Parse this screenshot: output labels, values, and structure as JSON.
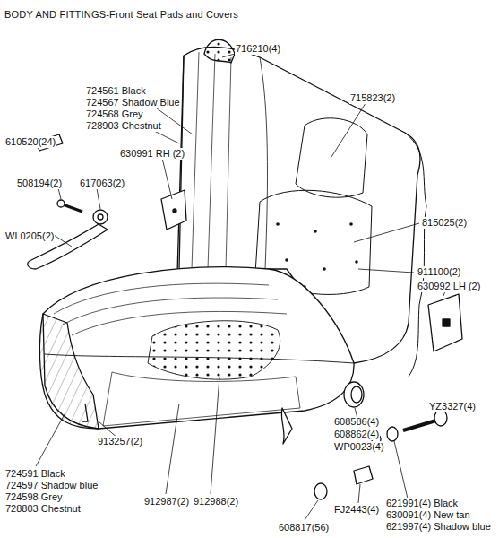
{
  "diagram": {
    "title": "BODY AND FITTINGS-Front Seat Pads and Covers",
    "labels": [
      "716210(4)",
      "724561 Black",
      "724567 Shadow Blue",
      "724568 Grey",
      "728903 Chestnut",
      "715823(2)",
      "610520(24)",
      "630991 RH (2)",
      "508194(2)",
      "617063(2)",
      "WL0205(2)",
      "815025(2)",
      "911100(2)",
      "630992 LH (2)",
      "608586(4)",
      "YZ3327(4)",
      "608862(4)",
      "WP0023(4)",
      "621991(4) Black",
      "630091(4) New tan",
      "621997(4) Shadow blue",
      "FJ2443(4)",
      "608817(56)",
      "724591 Black",
      "724597 Shadow blue",
      "724598 Grey",
      "728803 Chestnut",
      "913257(2)",
      "912987(2)",
      "912988(2)"
    ]
  }
}
